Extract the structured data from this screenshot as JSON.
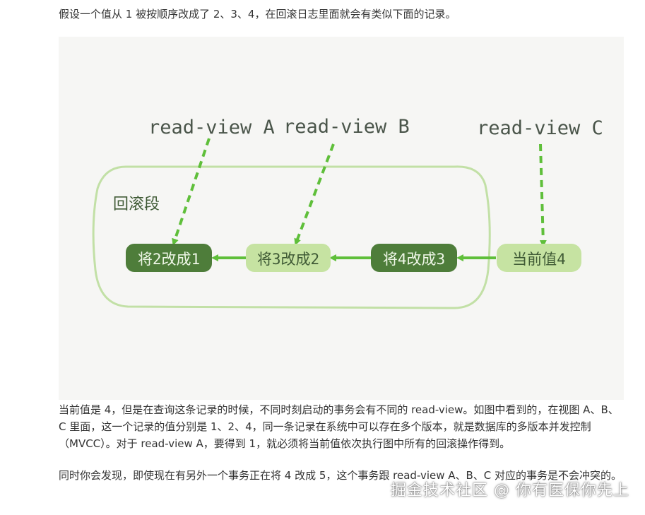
{
  "article": {
    "intro": "假设一个值从 1 被按顺序改成了 2、3、4，在回滚日志里面就会有类似下面的记录。",
    "explanation": "当前值是 4，但是在查询这条记录的时候，不同时刻启动的事务会有不同的 read-view。如图中看到的，在视图 A、B、C 里面，这一个记录的值分别是 1、2、4，同一条记录在系统中可以存在多个版本，就是数据库的多版本并发控制（MVCC）。对于 read-view A，要得到 1，就必须将当前值依次执行图中所有的回滚操作得到。",
    "conflict": "同时你会发现，即使现在有另外一个事务正在将 4 改成 5，这个事务跟 read-view A、B、C 对应的事务是不会冲突的。"
  },
  "diagram": {
    "view_a": "read-view A",
    "view_b": "read-view B",
    "view_c": "read-view C",
    "segment_label": "回滚段",
    "node_1": "将2改成1",
    "node_2": "将3改成2",
    "node_3": "将4改成3",
    "node_current": "当前值4",
    "colors": {
      "dark_green": "#4e7d3a",
      "light_green": "#c6e3a2",
      "arrow_green": "#5fbf3a",
      "outline_green": "#c2e0a6",
      "figure_bg": "#f6f6f4"
    }
  },
  "watermark": "掘金技术社区 @ 你有医保你先上"
}
